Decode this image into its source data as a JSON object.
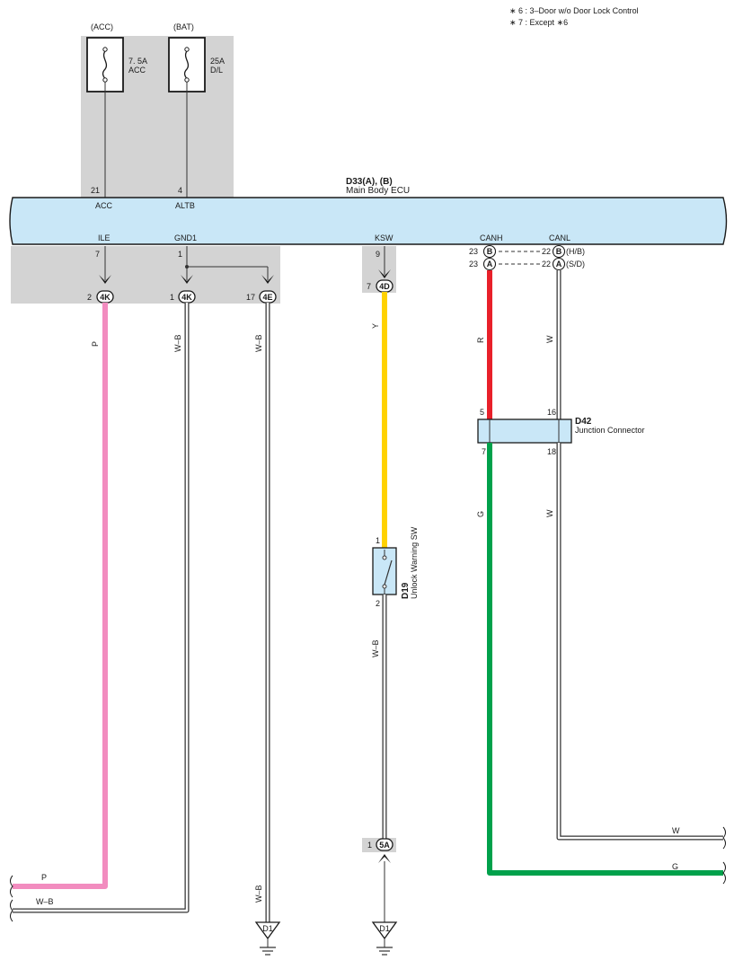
{
  "notes": {
    "n6": "∗ 6 : 3–Door w/o Door Lock Control",
    "n7": "∗ 7 : Except ∗6"
  },
  "fuses": {
    "acc": {
      "source": "(ACC)",
      "rating": "7. 5A",
      "name": "ACC",
      "pin": "21",
      "terminal": "ACC"
    },
    "bat": {
      "source": "(BAT)",
      "rating": "25A",
      "name": "D/L",
      "pin": "4",
      "terminal": "ALTB"
    }
  },
  "ecu": {
    "id": "D33(A), (B)",
    "name": "Main Body ECU",
    "terms": {
      "ile": "ILE",
      "gnd1": "GND1",
      "ksw": "KSW",
      "canh": "CANH",
      "canl": "CANL"
    },
    "pins": {
      "ile": "7",
      "gnd1": "1",
      "ksw": "9"
    },
    "can": {
      "h_b": "23",
      "h_a": "23",
      "l_b": "22",
      "l_a": "22",
      "conn_b": "B",
      "conn_a": "A",
      "hb": "(H/B)",
      "sd": "(S/D)"
    }
  },
  "connectors": {
    "c1": {
      "pin": "2",
      "id": "4K"
    },
    "c2": {
      "pin": "1",
      "id": "4K"
    },
    "c3": {
      "pin": "17",
      "id": "4E"
    },
    "c4": {
      "pin": "7",
      "id": "4D"
    },
    "c5": {
      "pin": "1",
      "id": "5A"
    }
  },
  "wires": {
    "p": "P",
    "wb1": "W–B",
    "wb2": "W–B",
    "y": "Y",
    "r": "R",
    "w1": "W",
    "g1": "G",
    "w2": "W",
    "wb3": "W–B",
    "p_out": "P",
    "wb_out": "W–B",
    "w_out": "W",
    "g_out": "G",
    "wb_gnd": "W–B"
  },
  "junction": {
    "id": "D42",
    "name": "Junction Connector",
    "pin_tl": "5",
    "pin_tr": "16",
    "pin_bl": "7",
    "pin_br": "18"
  },
  "switch": {
    "id": "D19",
    "name": "Unlock Warning SW",
    "pin_top": "1",
    "pin_bottom": "2"
  },
  "grounds": {
    "g1": "D1",
    "g2": "D1"
  },
  "colors": {
    "ecu_fill": "#c9e7f7",
    "shade": "#d3d3d3",
    "pink": "#f28cbf",
    "yellow": "#ffd200",
    "red": "#e8202a",
    "green": "#00a14b",
    "line": "#333333"
  }
}
